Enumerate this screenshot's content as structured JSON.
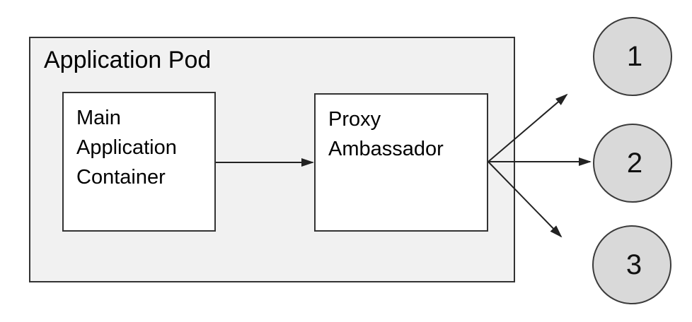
{
  "diagram": {
    "pod": {
      "label": "Application Pod",
      "fill": "#f1f1f1",
      "border_color": "#333333"
    },
    "containers": [
      {
        "label": "Main Application Container",
        "fill": "#ffffff"
      },
      {
        "label": "Proxy Ambassador",
        "fill": "#ffffff"
      }
    ],
    "endpoints": [
      {
        "label": "1"
      },
      {
        "label": "2"
      },
      {
        "label": "3"
      }
    ],
    "connections": {
      "main_to_proxy": "arrow",
      "proxy_fan_out_count": 3
    },
    "colors": {
      "endpoint_fill": "#d9d9d9",
      "arrow_stroke": "#222222",
      "background": "#ffffff",
      "text": "#000000"
    }
  }
}
